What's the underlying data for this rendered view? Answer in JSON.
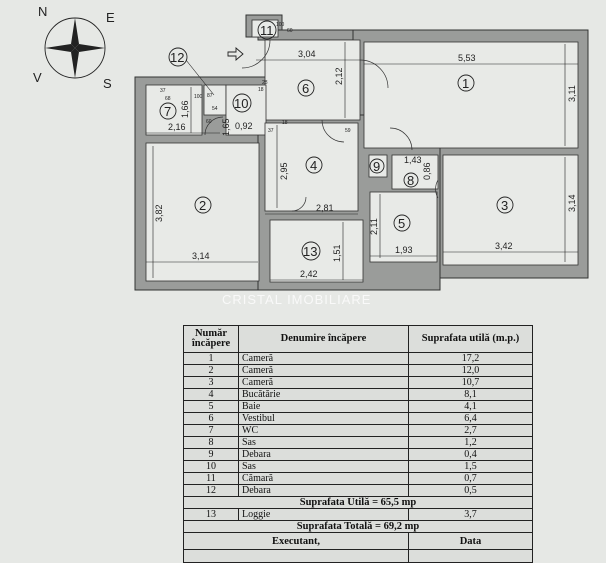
{
  "compass": {
    "n": "N",
    "e": "E",
    "s": "S",
    "v": "V"
  },
  "plan": {
    "rooms": [
      "1",
      "2",
      "3",
      "4",
      "5",
      "6",
      "7",
      "8",
      "9",
      "10",
      "11",
      "12",
      "13"
    ],
    "dims": {
      "d304": "3,04",
      "d212": "2,12",
      "d553": "5,53",
      "d311": "3,11",
      "d216": "2,16",
      "d166": "1,66",
      "d092": "0,92",
      "d165": "1,65",
      "d382": "3,82",
      "d314a": "3,14",
      "d295": "2,95",
      "d281": "2,81",
      "d151": "1,51",
      "d242": "2,42",
      "d211": "2,11",
      "d193": "1,93",
      "d143": "1,43",
      "d086": "0,86",
      "d342": "3,42",
      "d314b": "3,14"
    },
    "small": {
      "s100a": "100",
      "s60": "60",
      "s37a": "37",
      "s68": "68",
      "s100b": "100",
      "s87": "87",
      "s54": "54",
      "s28": "28",
      "s18": "18",
      "s37b": "37",
      "s18b": "18",
      "s59": "59",
      "s60b": "60"
    }
  },
  "watermark": "CRISTAL IMOBILIARE",
  "table": {
    "headers": [
      "Număr încăpere",
      "Denumire încăpere",
      "Suprafata utilă (m.p.)"
    ],
    "rows": [
      [
        "1",
        "Cameră",
        "17,2"
      ],
      [
        "2",
        "Cameră",
        "12,0"
      ],
      [
        "3",
        "Cameră",
        "10,7"
      ],
      [
        "4",
        "Bucătărie",
        "8,1"
      ],
      [
        "5",
        "Baie",
        "4,1"
      ],
      [
        "6",
        "Vestibul",
        "6,4"
      ],
      [
        "7",
        "WC",
        "2,7"
      ],
      [
        "8",
        "Sas",
        "1,2"
      ],
      [
        "9",
        "Debara",
        "0,4"
      ],
      [
        "10",
        "Sas",
        "1,5"
      ],
      [
        "11",
        "Cămară",
        "0,7"
      ],
      [
        "12",
        "Debara",
        "0,5"
      ]
    ],
    "suprafata_utila": "Suprafata Utilă = 65,5 mp",
    "loggia": [
      "13",
      "Loggie",
      "3,7"
    ],
    "suprafata_totala": "Suprafata Totală = 69,2 mp",
    "executant": "Executant,",
    "data": "Data"
  }
}
